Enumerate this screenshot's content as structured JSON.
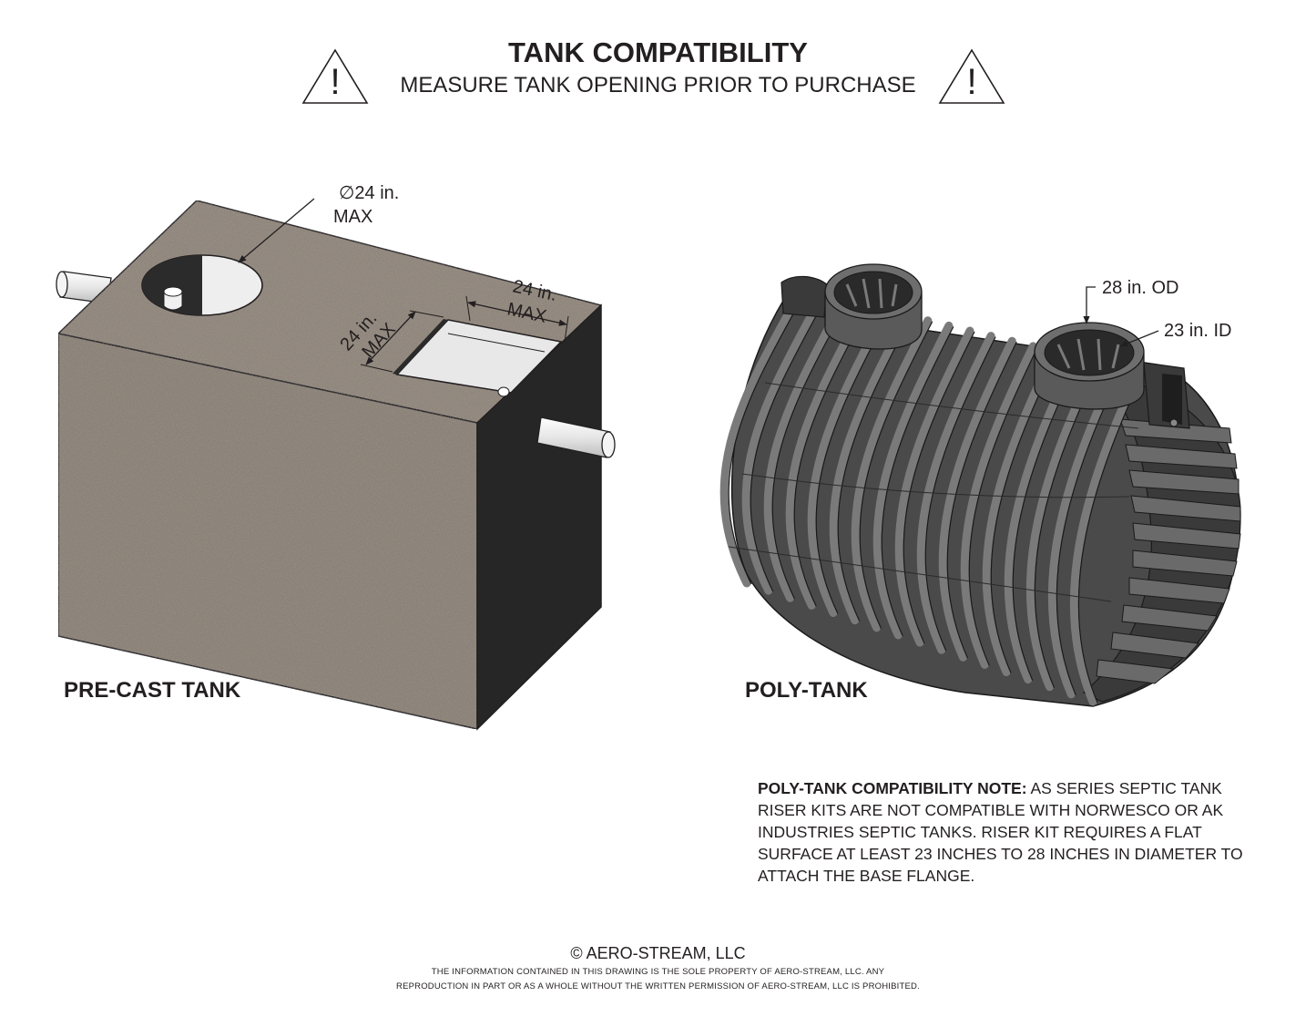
{
  "header": {
    "title": "TANK COMPATIBILITY",
    "subtitle": "MEASURE TANK OPENING PRIOR TO PURCHASE",
    "warning_icon": "warning-triangle-icon",
    "warning_symbol": "!"
  },
  "precast": {
    "label": "PRE-CAST TANK",
    "round_opening_diameter": "24 in.",
    "round_opening_max": "MAX",
    "diameter_symbol": "∅",
    "square_length": "24 in.",
    "square_length_max": "MAX",
    "square_width": "24 in.",
    "square_width_max": "MAX"
  },
  "poly": {
    "label": "POLY-TANK",
    "outer_diameter": "28 in. OD",
    "inner_diameter": "23 in. ID"
  },
  "note": {
    "heading": "POLY-TANK COMPATIBILITY NOTE:",
    "body": " AS SERIES SEPTIC TANK RISER KITS ARE NOT COMPATIBLE WITH NORWESCO OR AK INDUSTRIES SEPTIC TANKS. RISER KIT REQUIRES A FLAT SURFACE AT LEAST 23 INCHES TO 28 INCHES IN DIAMETER TO ATTACH THE BASE FLANGE."
  },
  "footer": {
    "copyright": "© AERO-STREAM, LLC",
    "disclaimer_line1": "THE INFORMATION CONTAINED IN THIS DRAWING IS THE SOLE PROPERTY OF AERO-STREAM, LLC. ANY",
    "disclaimer_line2": "REPRODUCTION IN PART OR AS A WHOLE WITHOUT THE WRITTEN PERMISSION OF AERO-STREAM, LLC IS PROHIBITED."
  },
  "colors": {
    "concrete_top": "#8f857a",
    "concrete_front": "#8a8176",
    "concrete_side": "#262626",
    "poly_body": "#5a5a5a",
    "poly_dark": "#2a2a2a",
    "poly_light": "#8c8c8c",
    "ink": "#231f20"
  }
}
